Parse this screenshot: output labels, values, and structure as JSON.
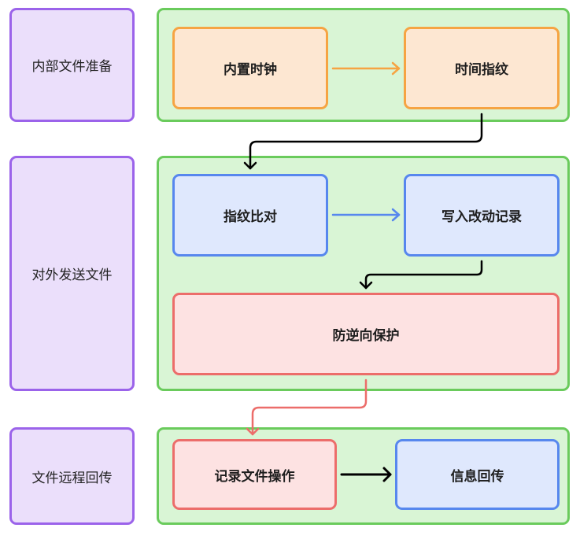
{
  "lanes": [
    {
      "label": "内部文件准备"
    },
    {
      "label": "对外发送文件"
    },
    {
      "label": "文件远程回传"
    }
  ],
  "nodes": {
    "builtin_clock": "内置时钟",
    "time_fingerprint": "时间指纹",
    "fingerprint_compare": "指纹比对",
    "write_change_log": "写入改动记录",
    "anti_reverse_protection": "防逆向保护",
    "record_file_operation": "记录文件操作",
    "info_return": "信息回传"
  },
  "colors": {
    "lane_fill": "#ebdffb",
    "lane_border": "#9b63ea",
    "group_fill": "#d9f5d5",
    "group_border": "#6acb5c",
    "orange_fill": "#fde7d2",
    "orange_border": "#f6a443",
    "blue_fill": "#dfe8fd",
    "blue_border": "#5787ee",
    "red_fill": "#fde2e2",
    "red_border": "#ec6d6a",
    "black_arrow": "#000000"
  }
}
